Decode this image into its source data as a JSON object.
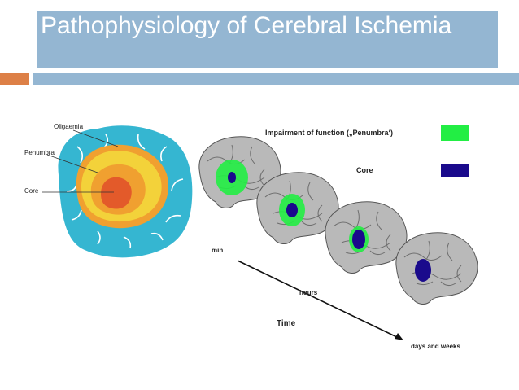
{
  "slide": {
    "title": "Pathophysiology of Cerebral Ischemia"
  },
  "left_figure": {
    "labels": [
      "Oligaemia",
      "Penumbra",
      "Core"
    ]
  },
  "right_figure": {
    "legend": {
      "penumbra_label": "Impairment of function („Penumbra‘)",
      "core_label": "Core",
      "penumbra_color": "#22ee44",
      "core_color": "#1a0a8c"
    },
    "time_labels": {
      "min": "min",
      "hours": "hours",
      "time": "Time",
      "days": "days and weeks"
    }
  },
  "colors": {
    "title_bar": "#94b6d2",
    "accent_orange": "#dd8047",
    "oligaemia": "#35b6d1",
    "penumbra": "#f3d23a",
    "penumbra_outer": "#f0a030",
    "core": "#e35a2a"
  }
}
